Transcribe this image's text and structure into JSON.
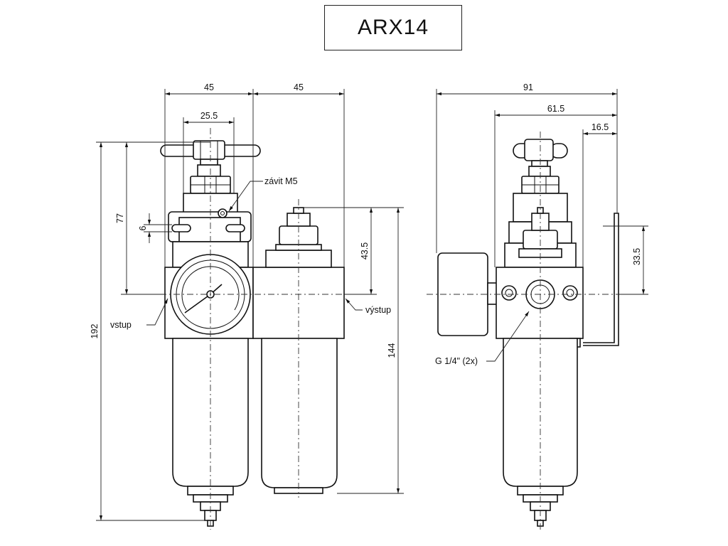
{
  "title": "ARX14",
  "dimensions": {
    "front_width_left": "45",
    "front_width_right": "45",
    "front_handle": "25.5",
    "front_height_total": "192",
    "front_upper": "77",
    "front_slot": "6",
    "front_right_upper": "43.5",
    "front_right_height": "144",
    "side_total_width": "91",
    "side_width_mid": "61.5",
    "side_bracket": "16.5",
    "side_height": "33.5"
  },
  "labels": {
    "thread": "závit M5",
    "inlet": "vstup",
    "outlet": "výstup",
    "port": "G 1/4\" (2x)"
  }
}
